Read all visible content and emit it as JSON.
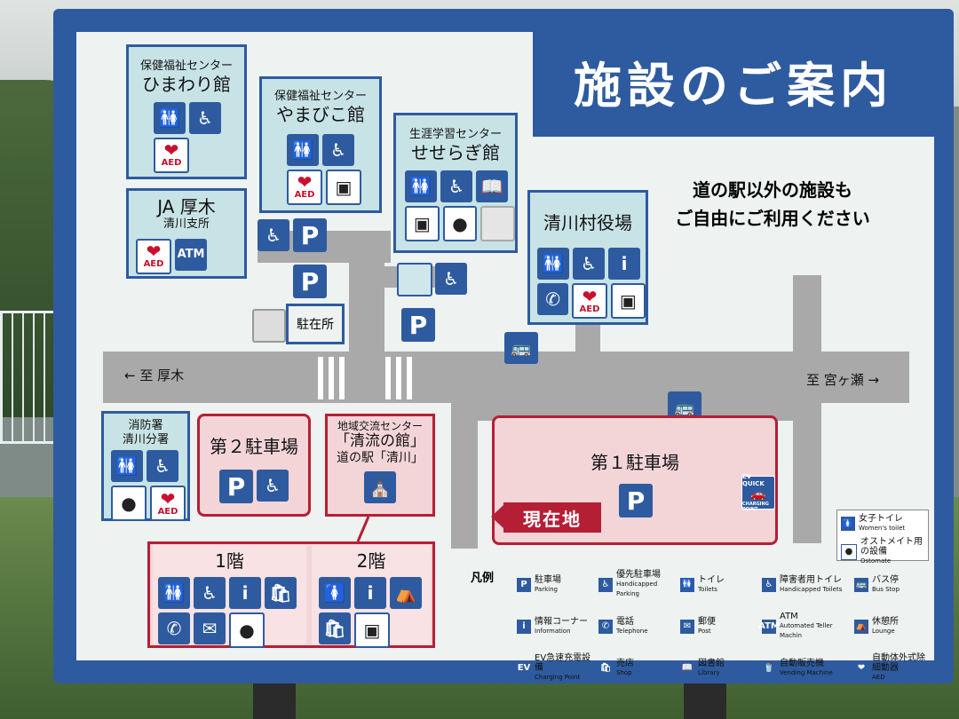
{
  "title": "施設のご案内",
  "notice": [
    "道の駅以外の施設も",
    "ご自由にご利用ください"
  ],
  "directions": {
    "left": "← 至 厚木",
    "right": "至 宮ヶ瀬 →"
  },
  "facilities": {
    "himawari": {
      "sub": "保健福祉センター",
      "name": "ひまわり館"
    },
    "yamabiko": {
      "sub": "保健福祉センター",
      "name": "やまびこ館"
    },
    "seseragi": {
      "sub": "生涯学習センター",
      "name": "せせらぎ館"
    },
    "ja": {
      "name": "JA 厚木",
      "sub": "清川支所"
    },
    "village": {
      "name": "清川村役場"
    },
    "bicycle": {
      "name": "駐在所"
    },
    "fire": {
      "line1": "消防署",
      "line2": "清川分署"
    },
    "parking2": {
      "name": "第２駐車場"
    },
    "parking1": {
      "name": "第１駐車場"
    },
    "seiryu": {
      "sub": "地域交流センター",
      "name": "「清流の館」",
      "station": "道の駅「清川」"
    },
    "floor1": "1階",
    "floor2": "2階"
  },
  "here": "現在地",
  "icons": {
    "P": "P",
    "wc": "WC",
    "aed": "AED",
    "atm": "ATM",
    "info": "i",
    "toilet": "🚻",
    "accessible": "♿",
    "phone": "✆",
    "post": "✉",
    "evquick": "EV QUICK",
    "charging": "CHARGING POINT"
  },
  "side_legend": {
    "women": "女子トイレ",
    "women_en": "Women's toilet",
    "ostomate": "オストメイト用の設備",
    "ostomate_en": "Ostomate"
  },
  "legend_title": "凡例",
  "legend": [
    {
      "jp": "駐車場",
      "en": "Parking",
      "icon": "P"
    },
    {
      "jp": "優先駐車場",
      "en": "Handicapped Parking",
      "icon": "♿"
    },
    {
      "jp": "トイレ",
      "en": "Toilets",
      "icon": "🚻"
    },
    {
      "jp": "障害者用トイレ",
      "en": "Handicapped Toilets",
      "icon": "♿"
    },
    {
      "jp": "バス停",
      "en": "Bus Stop",
      "icon": "🚌"
    },
    {
      "jp": "情報コーナー",
      "en": "Information",
      "icon": "i"
    },
    {
      "jp": "電話",
      "en": "Telephone",
      "icon": "✆"
    },
    {
      "jp": "郵便",
      "en": "Post",
      "icon": "✉"
    },
    {
      "jp": "ATM",
      "en": "Automated Teller Machin",
      "icon": "ATM"
    },
    {
      "jp": "休憩所",
      "en": "Lounge",
      "icon": "⛺"
    },
    {
      "jp": "EV急速充電設備",
      "en": "Charging Point",
      "icon": "EV"
    },
    {
      "jp": "売店",
      "en": "Shop",
      "icon": "🛍"
    },
    {
      "jp": "図書館",
      "en": "Library",
      "icon": "📖"
    },
    {
      "jp": "自動販売機",
      "en": "Vending Machine",
      "icon": "🥤"
    },
    {
      "jp": "自動体外式除細動器",
      "en": "AED",
      "icon": "❤"
    }
  ],
  "colors": {
    "sign_blue": "#2e5b9f",
    "facility_bg": "#c8e3e6",
    "pink": "#f3d5d8",
    "red": "#b51f36"
  }
}
